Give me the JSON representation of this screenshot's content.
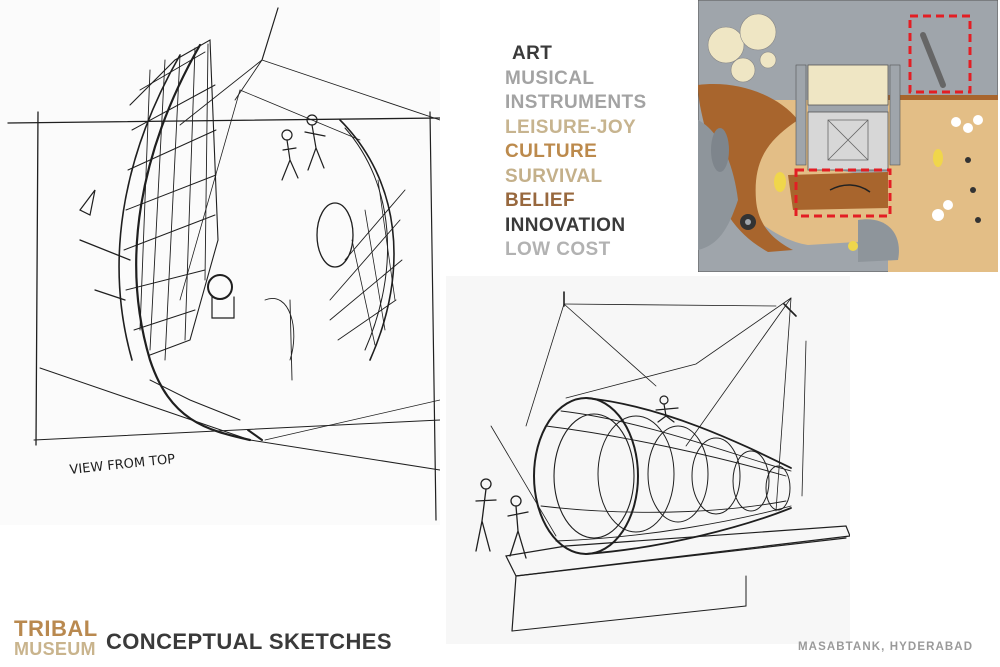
{
  "brand": {
    "line1": "TRIBAL",
    "line2": "MUSEUM",
    "line1_color": "#b9894f",
    "line2_color": "#c9b48d"
  },
  "slide": {
    "title": "CONCEPTUAL SKETCHES",
    "title_color": "#3a3a3a",
    "location": "MASABTANK, HYDERABAD",
    "location_color": "#9a9a9a"
  },
  "keywords": [
    {
      "text": "ART",
      "color": "#3a3a3a"
    },
    {
      "text": "MUSICAL",
      "color": "#a3a3a3"
    },
    {
      "text": "INSTRUMENTS",
      "color": "#a3a3a3"
    },
    {
      "text": "LEISURE-JOY",
      "color": "#c7b48f"
    },
    {
      "text": "CULTURE",
      "color": "#bc8a4c"
    },
    {
      "text": "SURVIVAL",
      "color": "#c4b08a"
    },
    {
      "text": "BELIEF",
      "color": "#98683e"
    },
    {
      "text": "INNOVATION",
      "color": "#3a3a3a"
    },
    {
      "text": "LOW COST",
      "color": "#b2b2b2"
    }
  ],
  "sketch_top": {
    "caption": "VIEW FROM TOP"
  },
  "plan": {
    "floor_color": "#9fa5ab",
    "wood_color": "#a8652d",
    "tile_color": "#e3be86",
    "cream_color": "#efe6c4",
    "highlight_color": "#e31e24"
  }
}
